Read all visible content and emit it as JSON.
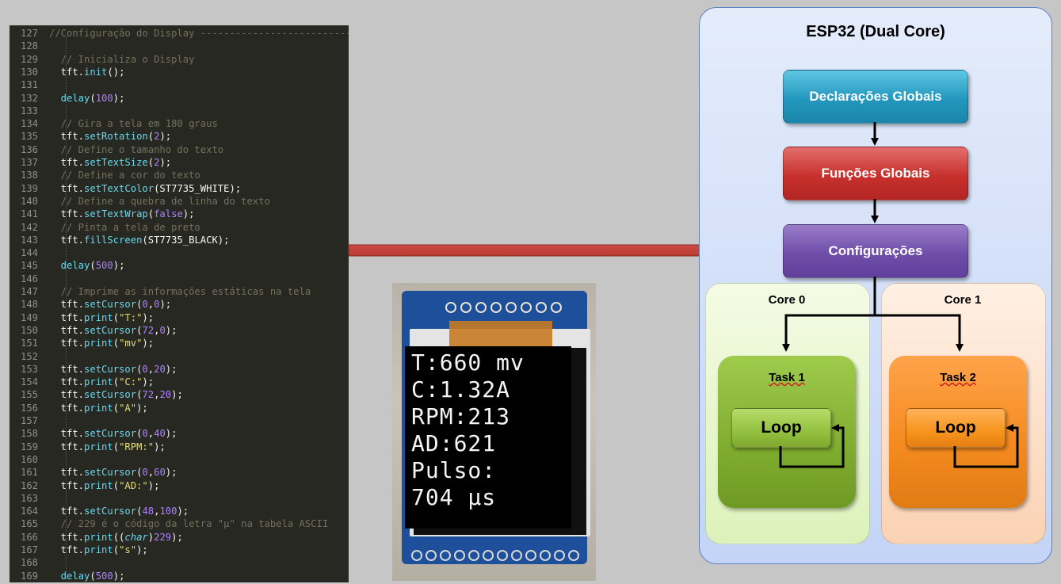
{
  "editor": {
    "lines": [
      {
        "n": "127",
        "tokens": [
          {
            "c": "t-comment",
            "t": "//Configuração do Display ---------------------------------------"
          }
        ]
      },
      {
        "n": "128",
        "tokens": []
      },
      {
        "n": "129",
        "tokens": [
          {
            "c": "t-comment",
            "t": "  // Inicializa o Display"
          }
        ]
      },
      {
        "n": "130",
        "tokens": [
          {
            "c": "t-obj",
            "t": "  tft."
          },
          {
            "c": "t-fn",
            "t": "init"
          },
          {
            "c": "t-punc",
            "t": "();"
          }
        ]
      },
      {
        "n": "131",
        "tokens": []
      },
      {
        "n": "132",
        "tokens": [
          {
            "c": "t-fn",
            "t": "  delay"
          },
          {
            "c": "t-punc",
            "t": "("
          },
          {
            "c": "t-num",
            "t": "100"
          },
          {
            "c": "t-punc",
            "t": ");"
          }
        ]
      },
      {
        "n": "133",
        "tokens": []
      },
      {
        "n": "134",
        "tokens": [
          {
            "c": "t-comment",
            "t": "  // Gira a tela em 180 graus"
          }
        ]
      },
      {
        "n": "135",
        "tokens": [
          {
            "c": "t-obj",
            "t": "  tft."
          },
          {
            "c": "t-fn",
            "t": "setRotation"
          },
          {
            "c": "t-punc",
            "t": "("
          },
          {
            "c": "t-num",
            "t": "2"
          },
          {
            "c": "t-punc",
            "t": ");"
          }
        ]
      },
      {
        "n": "136",
        "tokens": [
          {
            "c": "t-comment",
            "t": "  // Define o tamanho do texto"
          }
        ]
      },
      {
        "n": "137",
        "tokens": [
          {
            "c": "t-obj",
            "t": "  tft."
          },
          {
            "c": "t-fn",
            "t": "setTextSize"
          },
          {
            "c": "t-punc",
            "t": "("
          },
          {
            "c": "t-num",
            "t": "2"
          },
          {
            "c": "t-punc",
            "t": ");"
          }
        ]
      },
      {
        "n": "138",
        "tokens": [
          {
            "c": "t-comment",
            "t": "  // Define a cor do texto"
          }
        ]
      },
      {
        "n": "139",
        "tokens": [
          {
            "c": "t-obj",
            "t": "  tft."
          },
          {
            "c": "t-fn",
            "t": "setTextColor"
          },
          {
            "c": "t-punc",
            "t": "(ST7735_WHITE);"
          }
        ]
      },
      {
        "n": "140",
        "tokens": [
          {
            "c": "t-comment",
            "t": "  // Define a quebra de linha do texto"
          }
        ]
      },
      {
        "n": "141",
        "tokens": [
          {
            "c": "t-obj",
            "t": "  tft."
          },
          {
            "c": "t-fn",
            "t": "setTextWrap"
          },
          {
            "c": "t-punc",
            "t": "("
          },
          {
            "c": "t-kw",
            "t": "false"
          },
          {
            "c": "t-punc",
            "t": ");"
          }
        ]
      },
      {
        "n": "142",
        "tokens": [
          {
            "c": "t-comment",
            "t": "  // Pinta a tela de preto"
          }
        ]
      },
      {
        "n": "143",
        "tokens": [
          {
            "c": "t-obj",
            "t": "  tft."
          },
          {
            "c": "t-fn",
            "t": "fillScreen"
          },
          {
            "c": "t-punc",
            "t": "(ST7735_BLACK);"
          }
        ]
      },
      {
        "n": "144",
        "tokens": []
      },
      {
        "n": "145",
        "tokens": [
          {
            "c": "t-fn",
            "t": "  delay"
          },
          {
            "c": "t-punc",
            "t": "("
          },
          {
            "c": "t-num",
            "t": "500"
          },
          {
            "c": "t-punc",
            "t": ");"
          }
        ]
      },
      {
        "n": "146",
        "tokens": []
      },
      {
        "n": "147",
        "tokens": [
          {
            "c": "t-comment",
            "t": "  // Imprime as informações estáticas na tela"
          }
        ]
      },
      {
        "n": "148",
        "tokens": [
          {
            "c": "t-obj",
            "t": "  tft."
          },
          {
            "c": "t-fn",
            "t": "setCursor"
          },
          {
            "c": "t-punc",
            "t": "("
          },
          {
            "c": "t-num",
            "t": "0"
          },
          {
            "c": "t-punc",
            "t": ","
          },
          {
            "c": "t-num",
            "t": "0"
          },
          {
            "c": "t-punc",
            "t": ");"
          }
        ]
      },
      {
        "n": "149",
        "tokens": [
          {
            "c": "t-obj",
            "t": "  tft."
          },
          {
            "c": "t-fn",
            "t": "print"
          },
          {
            "c": "t-punc",
            "t": "("
          },
          {
            "c": "t-str",
            "t": "\"T:\""
          },
          {
            "c": "t-punc",
            "t": ");"
          }
        ]
      },
      {
        "n": "150",
        "tokens": [
          {
            "c": "t-obj",
            "t": "  tft."
          },
          {
            "c": "t-fn",
            "t": "setCursor"
          },
          {
            "c": "t-punc",
            "t": "("
          },
          {
            "c": "t-num",
            "t": "72"
          },
          {
            "c": "t-punc",
            "t": ","
          },
          {
            "c": "t-num",
            "t": "0"
          },
          {
            "c": "t-punc",
            "t": ");"
          }
        ]
      },
      {
        "n": "151",
        "tokens": [
          {
            "c": "t-obj",
            "t": "  tft."
          },
          {
            "c": "t-fn",
            "t": "print"
          },
          {
            "c": "t-punc",
            "t": "("
          },
          {
            "c": "t-str",
            "t": "\"mv\""
          },
          {
            "c": "t-punc",
            "t": ");"
          }
        ]
      },
      {
        "n": "152",
        "tokens": []
      },
      {
        "n": "153",
        "tokens": [
          {
            "c": "t-obj",
            "t": "  tft."
          },
          {
            "c": "t-fn",
            "t": "setCursor"
          },
          {
            "c": "t-punc",
            "t": "("
          },
          {
            "c": "t-num",
            "t": "0"
          },
          {
            "c": "t-punc",
            "t": ","
          },
          {
            "c": "t-num",
            "t": "20"
          },
          {
            "c": "t-punc",
            "t": ");"
          }
        ]
      },
      {
        "n": "154",
        "tokens": [
          {
            "c": "t-obj",
            "t": "  tft."
          },
          {
            "c": "t-fn",
            "t": "print"
          },
          {
            "c": "t-punc",
            "t": "("
          },
          {
            "c": "t-str",
            "t": "\"C:\""
          },
          {
            "c": "t-punc",
            "t": ");"
          }
        ]
      },
      {
        "n": "155",
        "tokens": [
          {
            "c": "t-obj",
            "t": "  tft."
          },
          {
            "c": "t-fn",
            "t": "setCursor"
          },
          {
            "c": "t-punc",
            "t": "("
          },
          {
            "c": "t-num",
            "t": "72"
          },
          {
            "c": "t-punc",
            "t": ","
          },
          {
            "c": "t-num",
            "t": "20"
          },
          {
            "c": "t-punc",
            "t": ");"
          }
        ]
      },
      {
        "n": "156",
        "tokens": [
          {
            "c": "t-obj",
            "t": "  tft."
          },
          {
            "c": "t-fn",
            "t": "print"
          },
          {
            "c": "t-punc",
            "t": "("
          },
          {
            "c": "t-str",
            "t": "\"A\""
          },
          {
            "c": "t-punc",
            "t": ");"
          }
        ]
      },
      {
        "n": "157",
        "tokens": []
      },
      {
        "n": "158",
        "tokens": [
          {
            "c": "t-obj",
            "t": "  tft."
          },
          {
            "c": "t-fn",
            "t": "setCursor"
          },
          {
            "c": "t-punc",
            "t": "("
          },
          {
            "c": "t-num",
            "t": "0"
          },
          {
            "c": "t-punc",
            "t": ","
          },
          {
            "c": "t-num",
            "t": "40"
          },
          {
            "c": "t-punc",
            "t": ");"
          }
        ]
      },
      {
        "n": "159",
        "tokens": [
          {
            "c": "t-obj",
            "t": "  tft."
          },
          {
            "c": "t-fn",
            "t": "print"
          },
          {
            "c": "t-punc",
            "t": "("
          },
          {
            "c": "t-str",
            "t": "\"RPM:\""
          },
          {
            "c": "t-punc",
            "t": ");"
          }
        ]
      },
      {
        "n": "160",
        "tokens": []
      },
      {
        "n": "161",
        "tokens": [
          {
            "c": "t-obj",
            "t": "  tft."
          },
          {
            "c": "t-fn",
            "t": "setCursor"
          },
          {
            "c": "t-punc",
            "t": "("
          },
          {
            "c": "t-num",
            "t": "0"
          },
          {
            "c": "t-punc",
            "t": ","
          },
          {
            "c": "t-num",
            "t": "60"
          },
          {
            "c": "t-punc",
            "t": ");"
          }
        ]
      },
      {
        "n": "162",
        "tokens": [
          {
            "c": "t-obj",
            "t": "  tft."
          },
          {
            "c": "t-fn",
            "t": "print"
          },
          {
            "c": "t-punc",
            "t": "("
          },
          {
            "c": "t-str",
            "t": "\"AD:\""
          },
          {
            "c": "t-punc",
            "t": ");"
          }
        ]
      },
      {
        "n": "163",
        "tokens": []
      },
      {
        "n": "164",
        "tokens": [
          {
            "c": "t-obj",
            "t": "  tft."
          },
          {
            "c": "t-fn",
            "t": "setCursor"
          },
          {
            "c": "t-punc",
            "t": "("
          },
          {
            "c": "t-num",
            "t": "48"
          },
          {
            "c": "t-punc",
            "t": ","
          },
          {
            "c": "t-num",
            "t": "100"
          },
          {
            "c": "t-punc",
            "t": ");"
          }
        ]
      },
      {
        "n": "165",
        "tokens": [
          {
            "c": "t-comment",
            "t": "  // 229 é o código da letra \"µ\" na tabela ASCII"
          }
        ]
      },
      {
        "n": "166",
        "tokens": [
          {
            "c": "t-obj",
            "t": "  tft."
          },
          {
            "c": "t-fn",
            "t": "print"
          },
          {
            "c": "t-punc",
            "t": "(("
          },
          {
            "c": "t-type",
            "t": "char"
          },
          {
            "c": "t-punc",
            "t": ")"
          },
          {
            "c": "t-num",
            "t": "229"
          },
          {
            "c": "t-punc",
            "t": ");"
          }
        ]
      },
      {
        "n": "167",
        "tokens": [
          {
            "c": "t-obj",
            "t": "  tft."
          },
          {
            "c": "t-fn",
            "t": "print"
          },
          {
            "c": "t-punc",
            "t": "("
          },
          {
            "c": "t-str",
            "t": "\"s\""
          },
          {
            "c": "t-punc",
            "t": ");"
          }
        ]
      },
      {
        "n": "168",
        "tokens": []
      },
      {
        "n": "169",
        "tokens": [
          {
            "c": "t-fn",
            "t": "  delay"
          },
          {
            "c": "t-punc",
            "t": "("
          },
          {
            "c": "t-num",
            "t": "500"
          },
          {
            "c": "t-punc",
            "t": ");"
          }
        ]
      }
    ]
  },
  "display_photo": {
    "lines": [
      "T:660 mv",
      "C:1.32A",
      "RPM:213",
      "AD:621",
      "Pulso:",
      "704 µs"
    ]
  },
  "diagram": {
    "title": "ESP32 (Dual Core)",
    "boxes": {
      "declarations": "Declarações Globais",
      "functions": "Funções Globais",
      "configurations": "Configurações"
    },
    "cores": [
      {
        "label": "Core 0",
        "task": "Task 1",
        "loop": "Loop"
      },
      {
        "label": "Core 1",
        "task": "Task 2",
        "loop": "Loop"
      }
    ]
  },
  "colors": {
    "editor_bg": "#272822",
    "arrow": "#c0392b",
    "declarations_box": "#2397bd",
    "functions_box": "#c7302d",
    "configurations_box": "#6f4ea8",
    "core0_panel": "#dcf2bb",
    "core1_panel": "#fbd2b4",
    "task1_panel": "#7fad2f",
    "task2_panel": "#f48a1f"
  }
}
